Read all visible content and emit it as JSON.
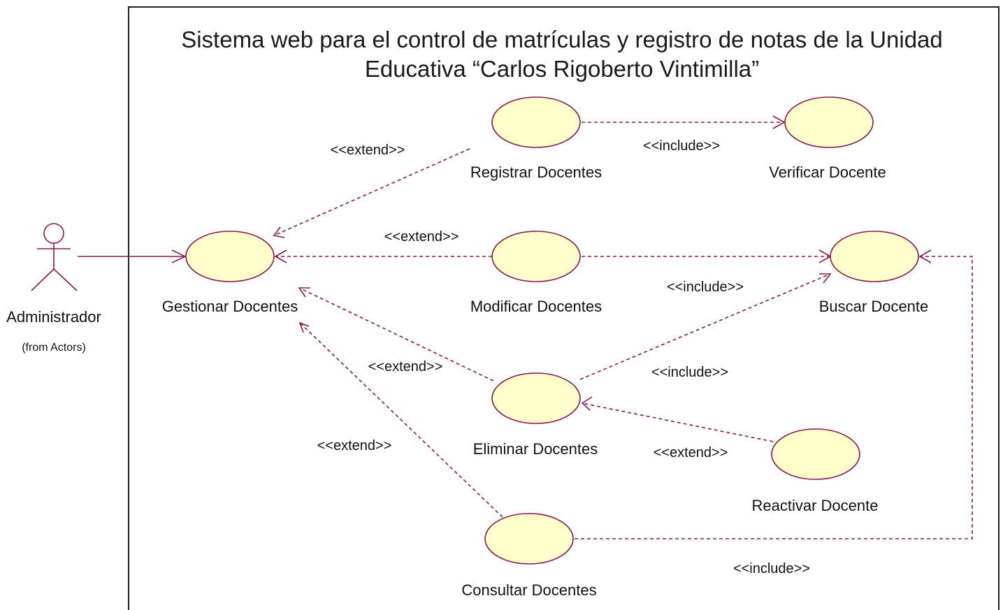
{
  "diagram": {
    "title_line1": "Sistema web para el control de matrículas y registro de notas de la Unidad",
    "title_line2": "Educativa “Carlos Rigoberto Vintimilla”",
    "colors": {
      "usecase_fill": "#ffffcc",
      "line": "#8b1a4a",
      "boundary": "#222222"
    },
    "actor": {
      "name": "Administrador",
      "from": "(from Actors)"
    },
    "use_cases": {
      "gestionar": "Gestionar Docentes",
      "registrar": "Registrar Docentes",
      "verificar": "Verificar Docente",
      "modificar": "Modificar Docentes",
      "buscar": "Buscar Docente",
      "eliminar": "Eliminar Docentes",
      "reactivar": "Reactivar Docente",
      "consultar": "Consultar Docentes"
    },
    "relations": {
      "extend_registrar": "<<extend>>",
      "extend_modificar": "<<extend>>",
      "extend_eliminar": "<<extend>>",
      "extend_consultar": "<<extend>>",
      "extend_reactivar": "<<extend>>",
      "include_verificar": "<<include>>",
      "include_buscar_eliminar": "<<include>>",
      "include_buscar_modificar": "<<include>>",
      "include_buscar_consultar": "<<include>>"
    }
  }
}
